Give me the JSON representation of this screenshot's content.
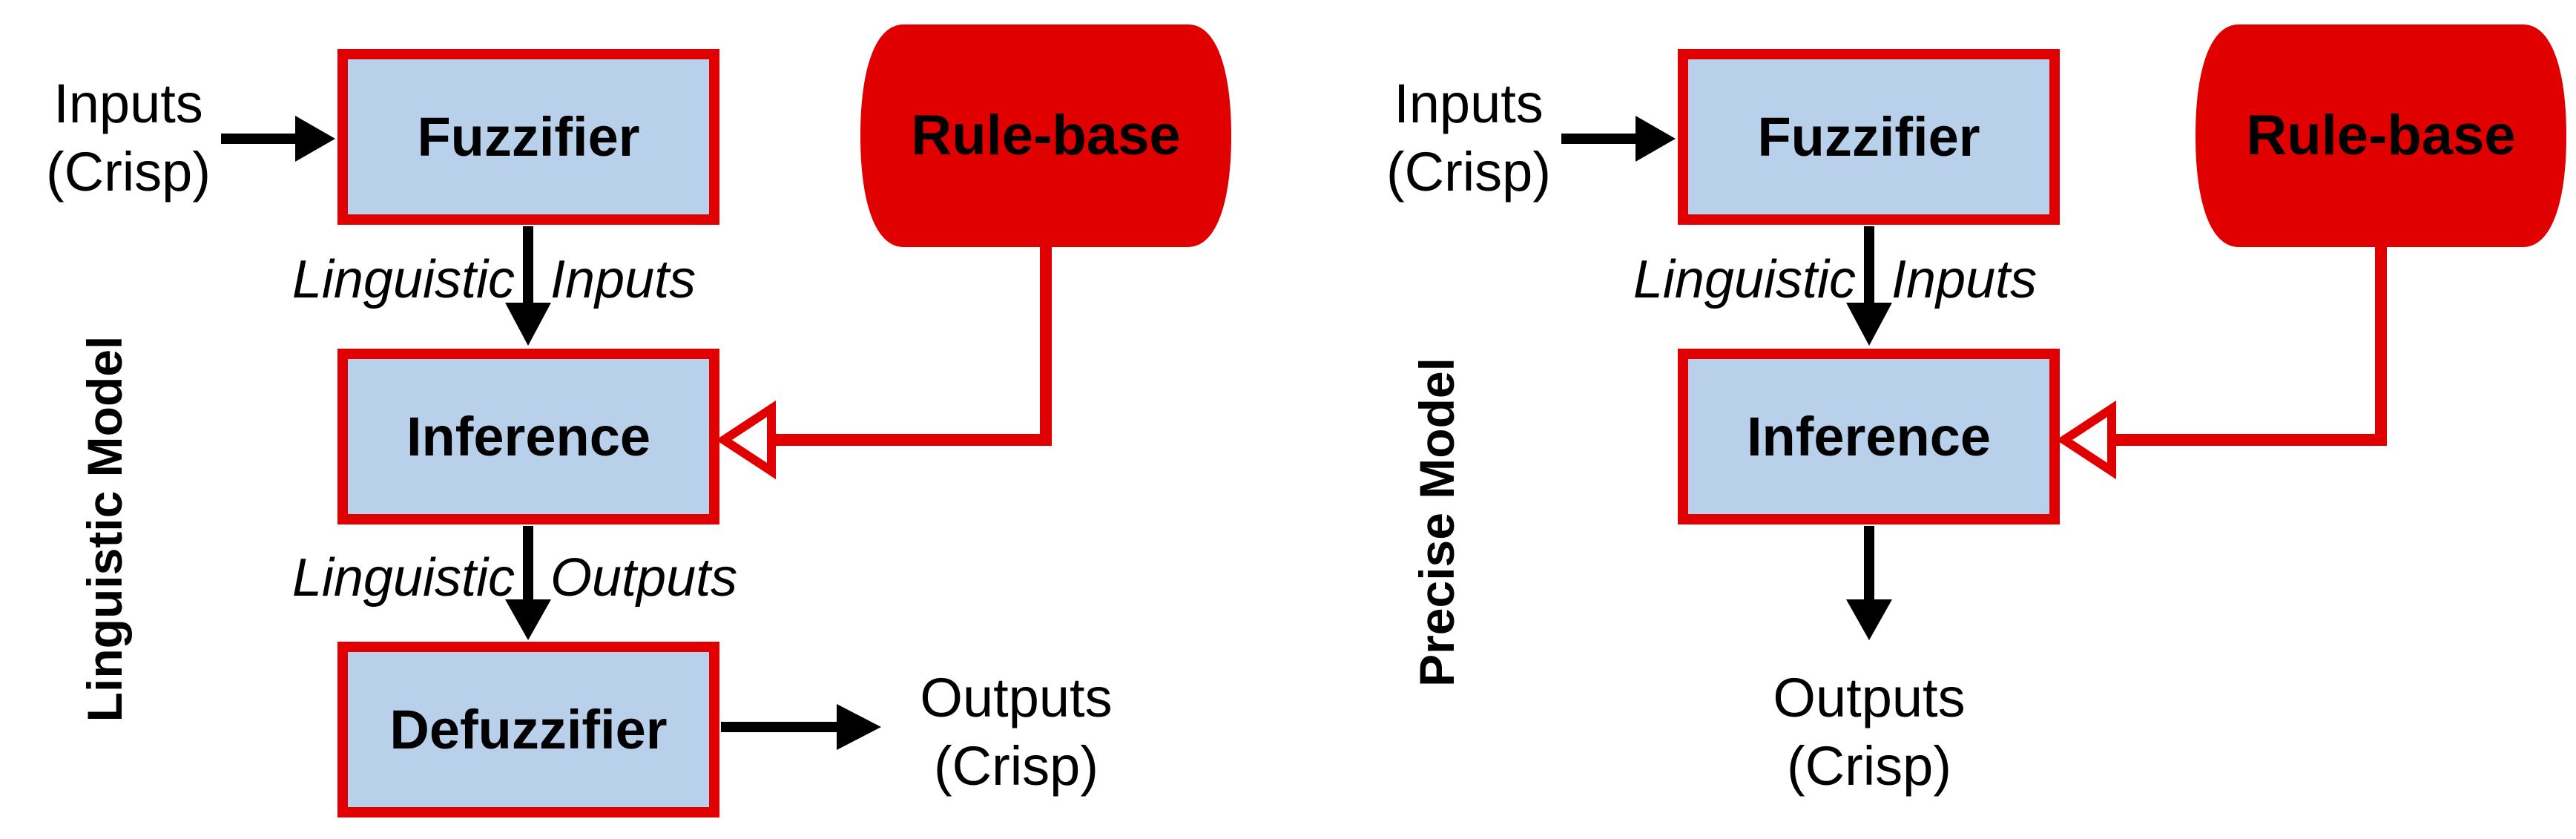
{
  "diagram": {
    "colors": {
      "accent_red": "#e00000",
      "box_fill": "#b8d0ea",
      "text": "#000000",
      "background": "#ffffff"
    },
    "left_model": {
      "side_label": "Linguistic Model",
      "input_line1": "Inputs",
      "input_line2": "(Crisp)",
      "fuzzifier_label": "Fuzzifier",
      "rule_base_label": "Rule-base",
      "flow1_word_left": "Linguistic",
      "flow1_word_right": "Inputs",
      "inference_label": "Inference",
      "flow2_word_left": "Linguistic",
      "flow2_word_right": "Outputs",
      "defuzzifier_label": "Defuzzifier",
      "output_line1": "Outputs",
      "output_line2": "(Crisp)"
    },
    "right_model": {
      "side_label": "Precise Model",
      "input_line1": "Inputs",
      "input_line2": "(Crisp)",
      "fuzzifier_label": "Fuzzifier",
      "rule_base_label": "Rule-base",
      "flow1_word_left": "Linguistic",
      "flow1_word_right": "Inputs",
      "inference_label": "Inference",
      "output_line1": "Outputs",
      "output_line2": "(Crisp)"
    }
  }
}
